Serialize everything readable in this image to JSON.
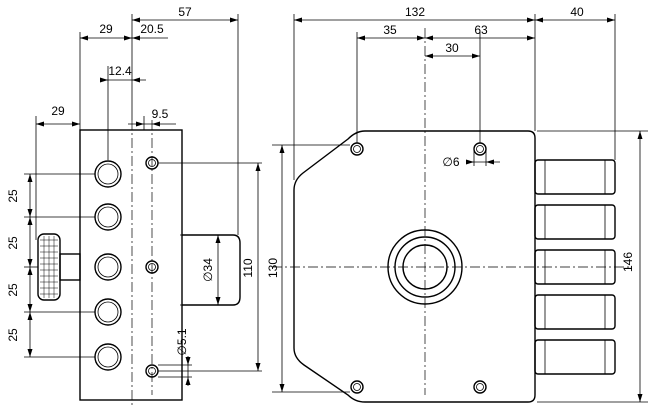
{
  "side_view": {
    "dims": {
      "width_29_top": "29",
      "offset_20_5": "20.5",
      "overall_57": "57",
      "offset_12_4": "12.4",
      "knob_29": "29",
      "offset_9_5": "9.5",
      "pitch_a": "25",
      "pitch_b": "25",
      "pitch_c": "25",
      "pitch_d": "25",
      "dia_34": "∅34",
      "dia_5_1": "∅5.1",
      "height_110": "110"
    }
  },
  "front_view": {
    "dims": {
      "overall_132": "132",
      "bolt_40": "40",
      "offset_35": "35",
      "offset_63": "63",
      "offset_30": "30",
      "dia_6": "∅6",
      "height_130": "130",
      "height_146": "146"
    }
  }
}
